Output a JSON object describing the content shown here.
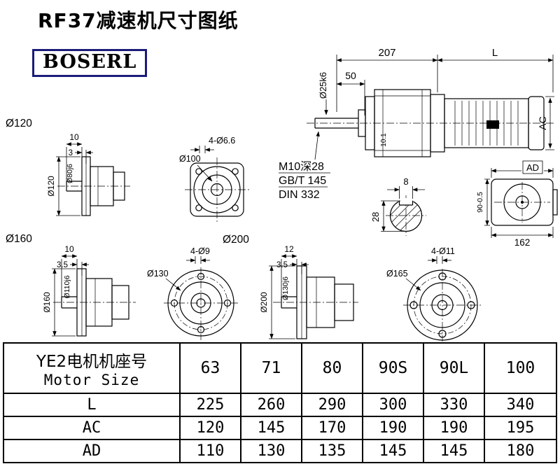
{
  "page": {
    "title": "RF37减速机尺寸图纸",
    "logo": "BOSERL"
  },
  "drawing": {
    "main": {
      "d207": "207",
      "dL": "L",
      "d50": "50",
      "shaft_dia": "Ø25k6",
      "ac": "AC",
      "d101": "10.1",
      "note1": "M10深28",
      "note2": "GB/T 145",
      "note3": "DIN 332"
    },
    "section": {
      "w8": "8",
      "h28": "28"
    },
    "end_view": {
      "ad": "AD",
      "h90": "90-0.5",
      "w162": "162"
    },
    "unit120": {
      "label": "Ø120",
      "d10": "10",
      "d3": "3",
      "dia_flange": "Ø120",
      "dia_spigot": "Ø80j6"
    },
    "flange100": {
      "holes": "4-Ø6.6",
      "dia": "Ø100"
    },
    "unit160": {
      "label": "Ø160",
      "d10": "10",
      "d35": "3.5",
      "dia_flange": "Ø160",
      "dia_spigot": "Ø110j6"
    },
    "flange130": {
      "holes": "4-Ø9",
      "dia": "Ø130"
    },
    "unit200": {
      "label": "Ø200",
      "d12": "12",
      "d35": "3.5",
      "dia_flange": "Ø200",
      "dia_spigot": "Ø130j6"
    },
    "flange165": {
      "holes": "4-Ø11",
      "dia": "Ø165"
    }
  },
  "table": {
    "header_cn": "YE2电机机座号",
    "header_en": "Motor Size",
    "sizes": [
      "63",
      "71",
      "80",
      "90S",
      "90L",
      "100"
    ],
    "rows": [
      {
        "label": "L",
        "values": [
          "225",
          "260",
          "290",
          "300",
          "330",
          "340"
        ]
      },
      {
        "label": "AC",
        "values": [
          "120",
          "145",
          "170",
          "190",
          "190",
          "195"
        ]
      },
      {
        "label": "AD",
        "values": [
          "110",
          "130",
          "135",
          "145",
          "145",
          "180"
        ]
      }
    ]
  }
}
